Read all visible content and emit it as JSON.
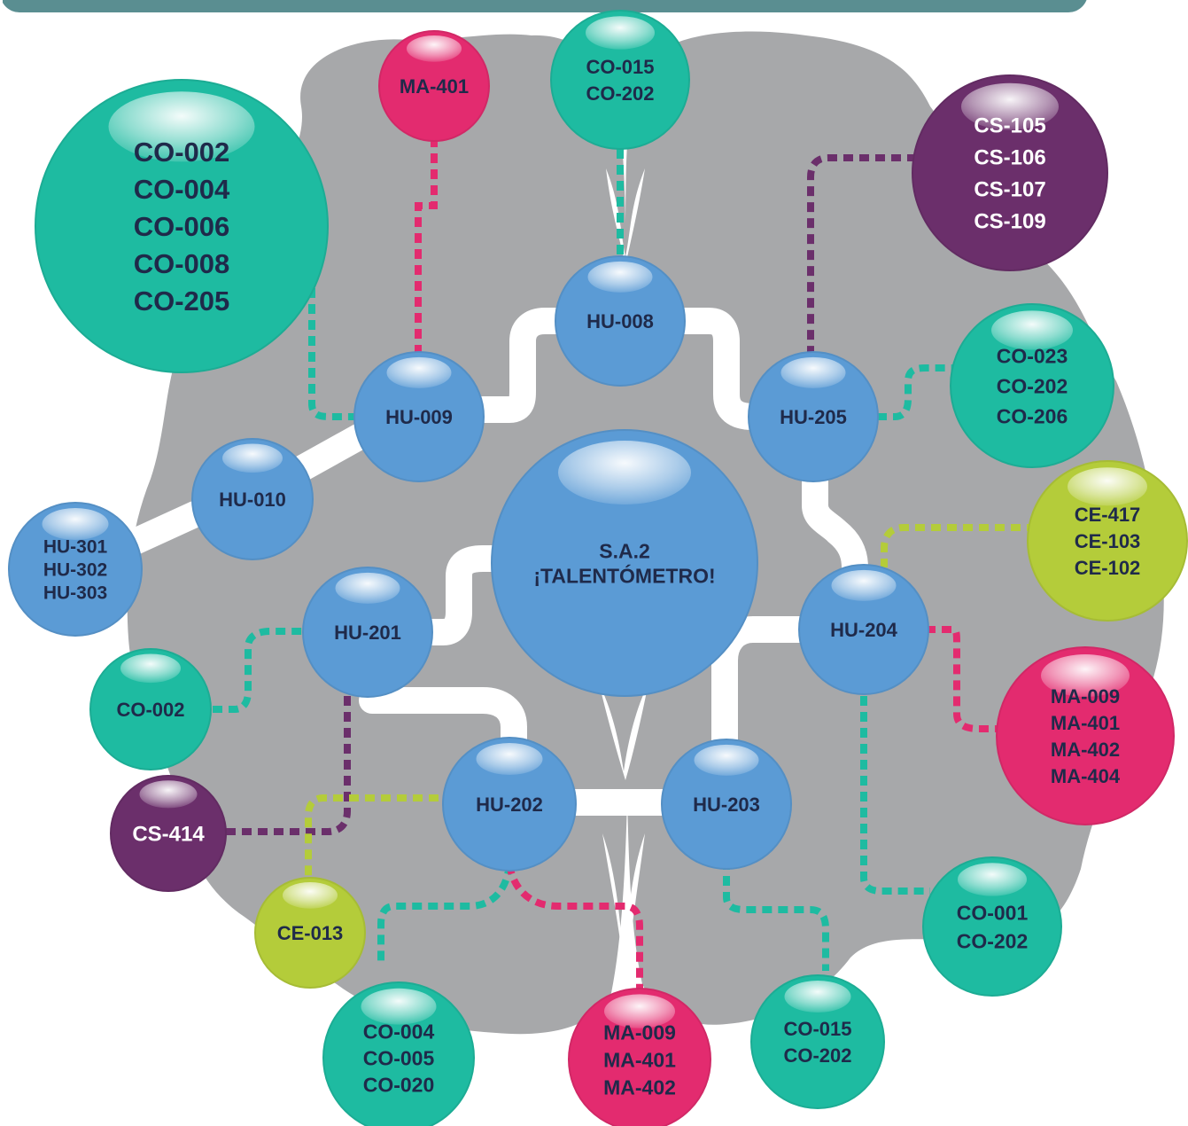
{
  "colors": {
    "header": "#5a8e91",
    "brain": "#a7a8aa",
    "connector": "#ffffff",
    "hu": "#5b9bd5",
    "co": "#1ebba1",
    "ma": "#e32b6f",
    "cs": "#6b2f6b",
    "ce": "#b4cc3a",
    "text_dark": "#1f2a4a",
    "text_light": "#ffffff"
  },
  "nodes": [
    {
      "id": "center",
      "kind": "hu",
      "lines": [
        "S.A.2",
        "¡TALENTÓMETRO!"
      ]
    },
    {
      "id": "hu-008",
      "kind": "hu",
      "lines": [
        "HU-008"
      ]
    },
    {
      "id": "hu-009",
      "kind": "hu",
      "lines": [
        "HU-009"
      ]
    },
    {
      "id": "hu-205",
      "kind": "hu",
      "lines": [
        "HU-205"
      ]
    },
    {
      "id": "hu-010",
      "kind": "hu",
      "lines": [
        "HU-010"
      ]
    },
    {
      "id": "hu-301",
      "kind": "hu",
      "lines": [
        "HU-301",
        "HU-302",
        "HU-303"
      ]
    },
    {
      "id": "hu-201",
      "kind": "hu",
      "lines": [
        "HU-201"
      ]
    },
    {
      "id": "hu-204",
      "kind": "hu",
      "lines": [
        "HU-204"
      ]
    },
    {
      "id": "hu-202",
      "kind": "hu",
      "lines": [
        "HU-202"
      ]
    },
    {
      "id": "hu-203",
      "kind": "hu",
      "lines": [
        "HU-203"
      ]
    },
    {
      "id": "ma-top",
      "kind": "ma",
      "lines": [
        "MA-401"
      ]
    },
    {
      "id": "co-top",
      "kind": "co",
      "lines": [
        "CO-015",
        "CO-202"
      ]
    },
    {
      "id": "co-big",
      "kind": "co",
      "lines": [
        "CO-002",
        "CO-004",
        "CO-006",
        "CO-008",
        "CO-205"
      ]
    },
    {
      "id": "cs-top",
      "kind": "cs",
      "lines": [
        "CS-105",
        "CS-106",
        "CS-107",
        "CS-109"
      ]
    },
    {
      "id": "co-right",
      "kind": "co",
      "lines": [
        "CO-023",
        "CO-202",
        "CO-206"
      ]
    },
    {
      "id": "ce-right",
      "kind": "ce",
      "lines": [
        "CE-417",
        "CE-103",
        "CE-102"
      ]
    },
    {
      "id": "ma-right",
      "kind": "ma",
      "lines": [
        "MA-009",
        "MA-401",
        "MA-402",
        "MA-404"
      ]
    },
    {
      "id": "co-lowright",
      "kind": "co",
      "lines": [
        "CO-001",
        "CO-202"
      ]
    },
    {
      "id": "co-left",
      "kind": "co",
      "lines": [
        "CO-002"
      ]
    },
    {
      "id": "cs-left",
      "kind": "cs",
      "lines": [
        "CS-414"
      ]
    },
    {
      "id": "ce-left",
      "kind": "ce",
      "lines": [
        "CE-013"
      ]
    },
    {
      "id": "co-bottom-left",
      "kind": "co",
      "lines": [
        "CO-004",
        "CO-005",
        "CO-020"
      ]
    },
    {
      "id": "ma-bottom",
      "kind": "ma",
      "lines": [
        "MA-009",
        "MA-401",
        "MA-402"
      ]
    },
    {
      "id": "co-bottom-right",
      "kind": "co",
      "lines": [
        "CO-015",
        "CO-202"
      ]
    }
  ]
}
